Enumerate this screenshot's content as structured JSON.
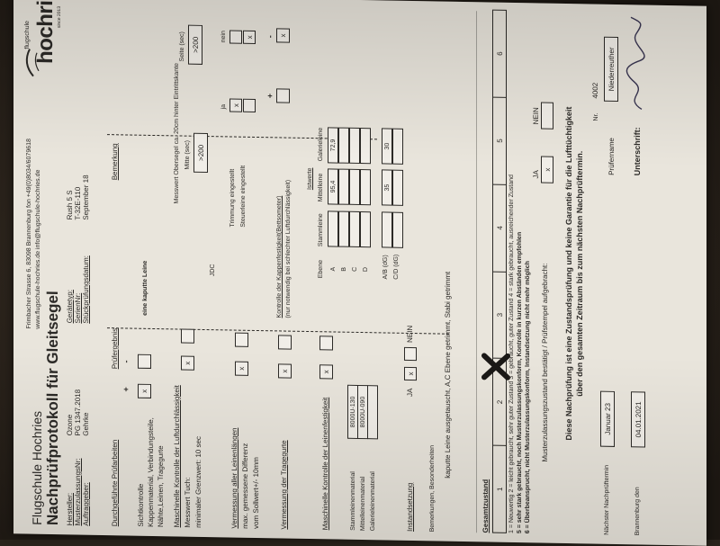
{
  "header": {
    "org": "Flugschule Hochries",
    "title": "Nachprüfprotokoll für Gleitsegel",
    "address": "Frimbacher Strasse 6, 83098 Brannenburg fon +49(0)8034/6079618",
    "web": "www.flugschule-hochries.de    info@flugschule-hochries.de",
    "logo_top": "flugschule",
    "logo_main": "hochrie",
    "logo_sub": "since 2013"
  },
  "fields": [
    {
      "label": "Hersteller:",
      "value": "Ozone"
    },
    {
      "label": "MusterzulassungsNr:",
      "value": "PG 1347.2018"
    },
    {
      "label": "Auftraggeber:",
      "value": "Gehrke"
    },
    {
      "label": "Gerätetyp:",
      "value": "Rush 5 S"
    },
    {
      "label": "SerienNr:",
      "value": "T-32E-110"
    },
    {
      "label": "Stückprüfungsdatum:",
      "value": "September 18"
    }
  ],
  "columns": {
    "works": "Durchgeführte Prüfarbeiten",
    "result": "Prüfergebnis",
    "plus": "+",
    "minus": "-",
    "remark": "Bemerkung"
  },
  "checks": {
    "sicht": {
      "title": "Sichtkontrolle",
      "lines": [
        "Kappenmaterial, Verbindungsteile,",
        "Nähte,Leinen, Tragegurte"
      ],
      "plus": "x",
      "minus": "",
      "remark": "eine kaputte Leine"
    },
    "luft": {
      "title": "Maschinelle Kontrolle der Luftdurchlässigkeit",
      "lines": [
        "Messwert Tuch:",
        "minimaler Grenzwert: 10 sec"
      ],
      "plus": "x",
      "minus": "",
      "remark": "Messwert Obersegel ca. 20cm hinter Eintrittskante",
      "mitte_label": "Mitte (sec)",
      "mitte": ">200",
      "seite_label": "Seite (sec)",
      "seite": ">200",
      "jdc": "JDC"
    },
    "leinen": {
      "title": "Vermessung aller Leinenlängen",
      "lines": [
        "max. gemessene Differenz",
        "vom Sollwert+/- 10mm"
      ],
      "plus": "x",
      "minus": "",
      "trimm": "Trimmung eingestellt",
      "steuer": "Steuerleine eingestellt",
      "ja": "ja",
      "nein": "nein",
      "trimm_ja": "x",
      "trimm_nein": "",
      "steuer_ja": "",
      "steuer_nein": "x"
    },
    "trage": {
      "title": "Vermessung der Tragegurte",
      "plus": "x",
      "minus": "",
      "kappe": "Kontrolle der Kappenfestigkeit(Bettsometer)",
      "kappe_note": "(nur notwendig bei schlechter Luftdurchlässigkeit)",
      "kappe_plus": "",
      "kappe_minus": "x"
    },
    "leinenfest": {
      "title": "Maschinelle Kontrolle der Leinenfestigkeit",
      "plus": "x",
      "minus": "",
      "mat_labels": [
        "Stammleinenmaterial",
        "Mittelleinenmaterial",
        "Galerieleinenmaterial"
      ],
      "mat_values": [
        "8000U-130",
        "8000U-090",
        ""
      ],
      "istwerte": "Istwerte",
      "col_labels": [
        "Ebene",
        "Stammleine",
        "Mittelleine",
        "Galerieleine"
      ],
      "rows": [
        "A",
        "B",
        "C",
        "D"
      ],
      "mittel_A": "95,4",
      "galerie_A": "72,9",
      "ab_label": "A/B (dG)",
      "cd_label": "C/D (dG)",
      "ab_value": "35",
      "cd_value": "30"
    }
  },
  "instand": {
    "label": "Instandsetzung",
    "ja": "JA",
    "nein": "NEIN",
    "ja_mark": "x",
    "nein_mark": ""
  },
  "remarks": {
    "label": "Bemerkungen, Besonderheiten",
    "text": "kaputte Leine ausgetauscht, A,C Ebene getrimmt, Stabi getrimmt"
  },
  "gesamt": {
    "label": "Gesamtzustand",
    "scale": [
      "1",
      "2",
      "3",
      "4",
      "5",
      "6"
    ],
    "selected": "2",
    "legend1": "1 = Neuwertig    2 = leicht gebraucht, sehr guter Zustand    3 = gebraucht, guter Zustand    4 = stark gebraucht, ausreichender Zustand",
    "legend2": "5 = sehr stark gebraucht, noch Musterzulassungskonform, Kontrolle in kurzen Abständen empfohlen",
    "legend3": "6 = Überbeansprucht, nicht Musterzulassungskonform, Instandsetzung nicht mehr möglich"
  },
  "stempel": {
    "label": "Musterzulassungszustand bestätigt / Prüfstempel aufgebracht:",
    "ja": "JA",
    "nein": "NEIN",
    "ja_mark": "x",
    "nein_mark": ""
  },
  "warranty": {
    "line1": "Diese Nachprüfung ist eine Zustandsprüfung und keine Garantie für die Lufttüchtigkeit",
    "line2": "über den gesamten Zeitraum bis zum nächsten Nachprüftermin."
  },
  "footer": {
    "next_label": "Nächster Nachprüftermin",
    "next_value": "Januar 23",
    "place_label": "Brannenburg den",
    "place_date": "04.01.2021",
    "pruefer_label": "Prüfername",
    "pruefer_value": "Niederreuther",
    "nr_label": "Nr.",
    "nr_value": "4002",
    "sign_label": "Unterschrift:"
  }
}
